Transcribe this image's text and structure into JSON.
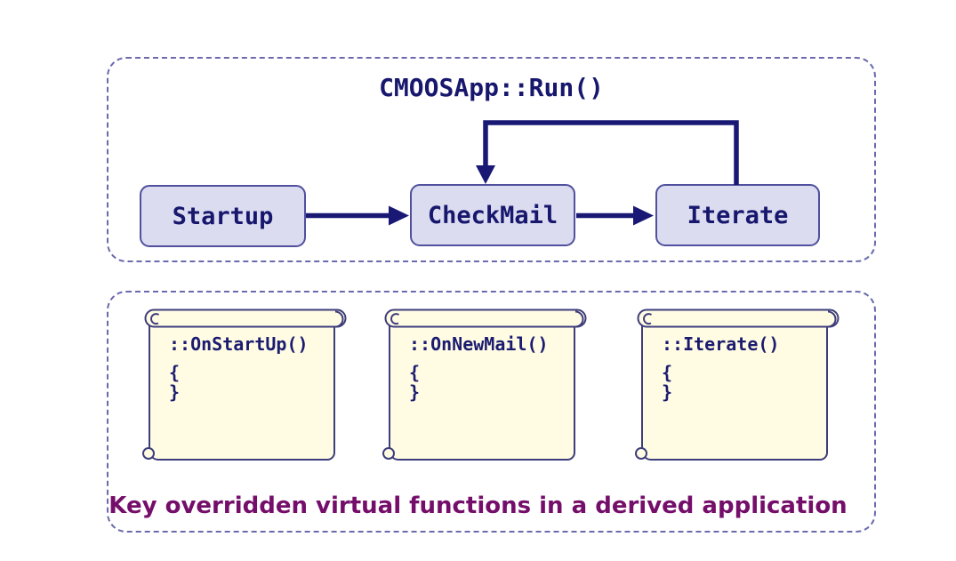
{
  "diagram": {
    "run_loop_panel": {
      "title": "CMOOSApp::Run()",
      "nodes": [
        {
          "label": "Startup"
        },
        {
          "label": "CheckMail"
        },
        {
          "label": "Iterate"
        }
      ],
      "arrows": [
        {
          "from": "Startup",
          "to": "CheckMail",
          "type": "forward"
        },
        {
          "from": "CheckMail",
          "to": "Iterate",
          "type": "forward"
        },
        {
          "from": "Iterate",
          "to": "CheckMail",
          "type": "loop-back"
        }
      ]
    },
    "overrides_panel": {
      "scrolls": [
        {
          "function_name": "::OnStartUp()",
          "body_open": "{",
          "body_close": "}"
        },
        {
          "function_name": "::OnNewMail()",
          "body_open": "{",
          "body_close": "}"
        },
        {
          "function_name": "::Iterate()",
          "body_open": "{",
          "body_close": "}"
        }
      ],
      "caption": "Key overridden virtual functions in a derived application"
    },
    "colors": {
      "arrow_line": "#191975",
      "node_fill": "#dcdcf1",
      "node_border": "#50509e",
      "node_text": "#17176d",
      "dashed_border": "#6a6aad",
      "scroll_fill": "#fffce3",
      "scroll_border": "#3d3d7c",
      "caption_text": "#740e6a",
      "background": "#ffffff"
    }
  }
}
